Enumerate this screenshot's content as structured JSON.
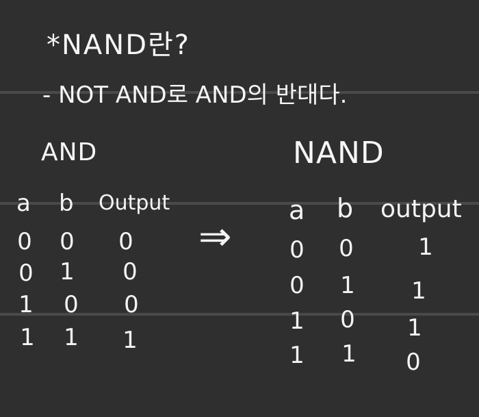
{
  "title": "*NAND란?",
  "subtitle": "- NOT AND로 AND의 반대다.",
  "and_table": {
    "heading": "AND",
    "headers": {
      "a": "a",
      "b": "b",
      "output": "Output"
    },
    "rows": [
      {
        "a": "0",
        "b": "0",
        "output": "0"
      },
      {
        "a": "0",
        "b": "1",
        "output": "0"
      },
      {
        "a": "1",
        "b": "0",
        "output": "0"
      },
      {
        "a": "1",
        "b": "1",
        "output": "1"
      }
    ]
  },
  "arrow": "⇒",
  "nand_table": {
    "heading": "NAND",
    "headers": {
      "a": "a",
      "b": "b",
      "output": "output"
    },
    "rows": [
      {
        "a": "0",
        "b": "0",
        "output": "1"
      },
      {
        "a": "0",
        "b": "1",
        "output": "1"
      },
      {
        "a": "1",
        "b": "0",
        "output": "1"
      },
      {
        "a": "1",
        "b": "1",
        "output": "0"
      }
    ]
  },
  "colors": {
    "background": "#2f2f2f",
    "ink": "#f6f6f6",
    "rule": "#4a4a4a"
  }
}
